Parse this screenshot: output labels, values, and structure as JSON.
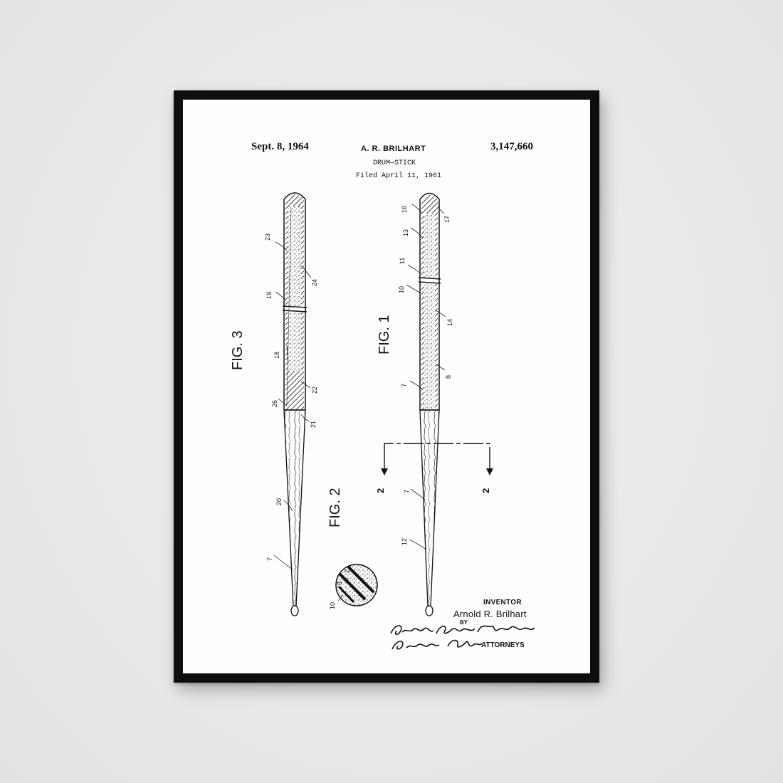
{
  "patent": {
    "date": "Sept. 8, 1964",
    "inventor_header": "A. R. BRILHART",
    "number": "3,147,660",
    "title": "DRUM—STICK",
    "filed": "Filed April 11, 1961"
  },
  "figures": {
    "fig1": "FIG. 1",
    "fig2": "FIG. 2",
    "fig3": "FIG. 3"
  },
  "refs": {
    "fig3": [
      "23",
      "24",
      "19",
      "18",
      "22",
      "26",
      "21",
      "20",
      "7"
    ],
    "fig1": [
      "16",
      "17",
      "13",
      "11",
      "10",
      "14",
      "8",
      "7",
      "7",
      "12"
    ],
    "fig2": [
      "7",
      "8",
      "10"
    ],
    "section": [
      "2",
      "2"
    ]
  },
  "signature": {
    "inventor_label": "INVENTOR",
    "inventor_name": "Arnold R. Brilhart",
    "by": "BY",
    "attorneys_label": "ATTORNEYS"
  }
}
